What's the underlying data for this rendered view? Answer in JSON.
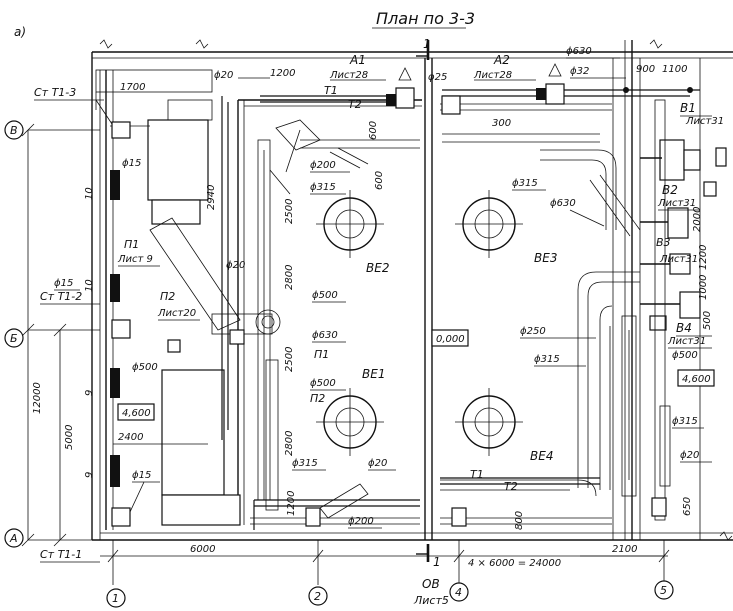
{
  "drawing": {
    "title": "План по 3-3",
    "sub_label": "а)",
    "axes_letters": [
      "В",
      "Б",
      "А"
    ],
    "axes_numbers": [
      "1",
      "2",
      "4",
      "5"
    ],
    "section_mark": "1",
    "dims": {
      "d1700": "1700",
      "d1200": "1200",
      "d900": "900",
      "d1100": "1100",
      "d300": "300",
      "d600a": "600",
      "d600b": "600",
      "d2940": "2940",
      "d2500a": "2500",
      "d2800a": "2800",
      "d2500b": "2500",
      "d2800b": "2800",
      "d1200b": "1200",
      "d800": "800",
      "d650": "650",
      "d2100": "2100",
      "d2000": "2000",
      "d1200c": "1200",
      "d1000": "1000",
      "d500": "500",
      "d10a": "10",
      "d10b": "10",
      "d9a": "9",
      "d9b": "9",
      "d12000": "12000",
      "d5000": "5000",
      "d2400": "2400",
      "d6000": "6000",
      "d4x6000": "4 × 6000 = 24000"
    },
    "elevations": {
      "e0": "0,000",
      "e4600a": "4,600",
      "e4600b": "4,600"
    },
    "labels": {
      "A1": "А1",
      "A1sheet": "Лист28",
      "A2": "А2",
      "A2sheet": "Лист28",
      "T1a": "Т1",
      "T2a": "Т2",
      "T1b": "Т1",
      "T2b": "Т2",
      "StT13": "Ст Т1-3",
      "StT12": "Ст Т1-2",
      "StT11": "Ст Т1-1",
      "P1a": "П1",
      "P1aSheet": "Лист 9",
      "P2a": "П2",
      "P2aSheet": "Лист20",
      "P1b": "П1",
      "P2b": "П2",
      "B1": "В1",
      "B1sheet": "Лист31",
      "B2": "В2",
      "B2sheet": "Лист31",
      "B3": "В3",
      "B3sheet": "Лист31",
      "B4": "В4",
      "B4sheet": "Лист31",
      "VE1": "ВЕ1",
      "VE2": "ВЕ2",
      "VE3": "ВЕ3",
      "VE4": "ВЕ4",
      "OV": "ОВ",
      "OVsheet": "Лист5"
    },
    "diameters": {
      "f20a": "ϕ20",
      "f25": "ϕ25",
      "f630a": "ϕ630",
      "f32": "ϕ32",
      "f15a": "ϕ15",
      "f15b": "ϕ15",
      "f15c": "ϕ15",
      "f200a": "ϕ200",
      "f315a": "ϕ315",
      "f315b": "ϕ315",
      "f630b": "ϕ630",
      "f20b": "ϕ20",
      "f500a": "ϕ500",
      "f630c": "ϕ630",
      "f500b": "ϕ500",
      "f500c": "ϕ500",
      "f250": "ϕ250",
      "f315c": "ϕ315",
      "f500d": "ϕ500",
      "f315d": "ϕ315",
      "f20c": "ϕ20",
      "f315e": "ϕ315",
      "f20d": "ϕ20",
      "f200b": "ϕ200"
    }
  }
}
